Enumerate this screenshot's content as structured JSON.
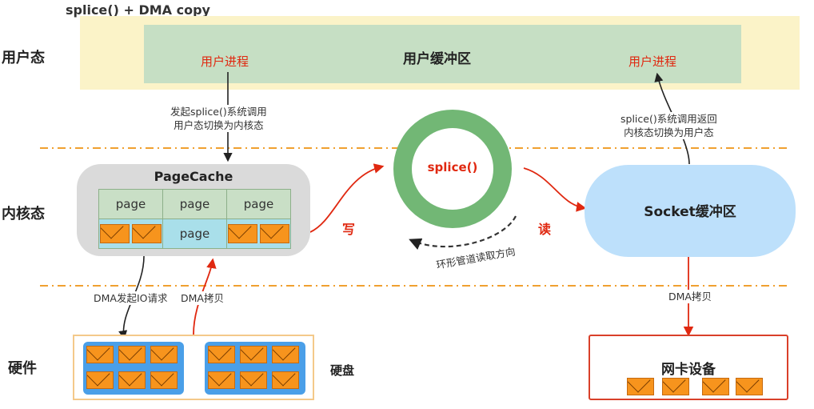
{
  "title": "splice() + DMA copy",
  "zones": {
    "user": "用户态",
    "kernel": "内核态",
    "hardware": "硬件"
  },
  "user_space": {
    "buffer_label": "用户缓冲区",
    "process_left": "用户进程",
    "process_right": "用户进程"
  },
  "annotations": {
    "syscall_down": [
      "发起splice()系统调用",
      "用户态切换为内核态"
    ],
    "syscall_return": [
      "splice()系统调用返回",
      "内核态切换为用户态"
    ],
    "dma_request": "DMA发起IO请求",
    "dma_copy_left": "DMA拷贝",
    "dma_copy_right": "DMA拷贝",
    "ring_direction": "环形管道读取方向"
  },
  "pagecache": {
    "title": "PageCache",
    "cells": [
      "page",
      "page",
      "page",
      "page"
    ]
  },
  "pipe": {
    "label": "splice()",
    "write": "写",
    "read": "读"
  },
  "socket": {
    "label": "Socket缓冲区"
  },
  "hardware": {
    "disk_label": "硬盘",
    "nic_label": "网卡设备"
  },
  "colors": {
    "accent_red": "#e02810",
    "ring_green": "#72b775",
    "dash_orange": "#f0a030"
  }
}
